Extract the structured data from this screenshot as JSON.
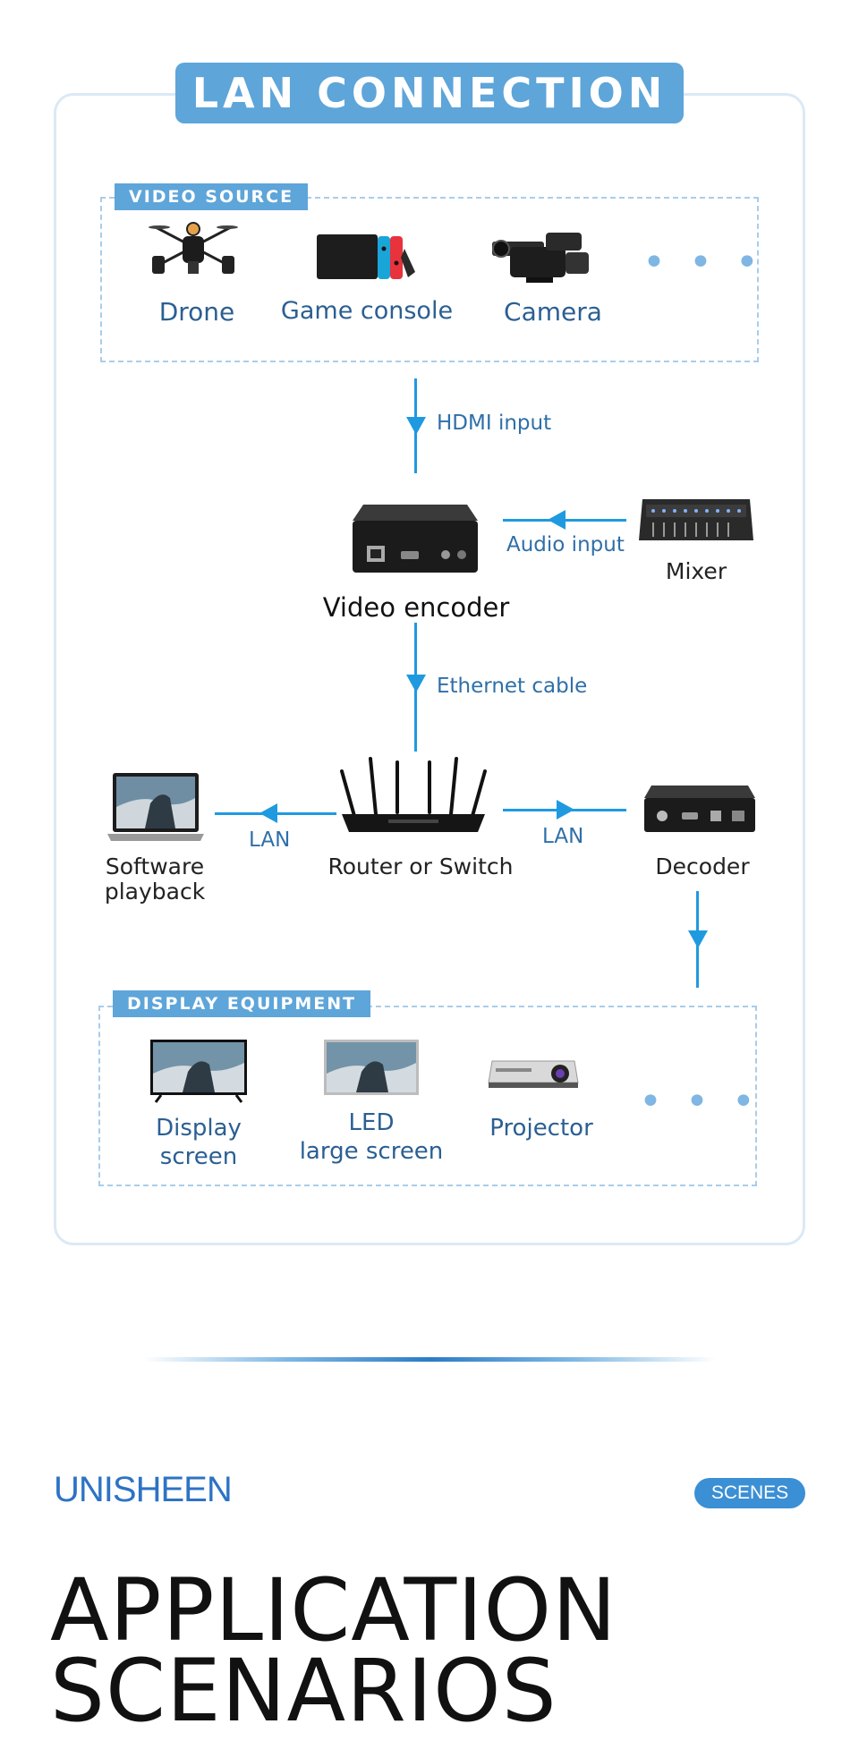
{
  "title": "LAN CONNECTION",
  "video_source": {
    "tag": "VIDEO SOURCE",
    "items": [
      "Drone",
      "Game console",
      "Camera"
    ],
    "more": "• • •"
  },
  "connections": {
    "hdmi": "HDMI input",
    "audio": "Audio input",
    "ethernet": "Ethernet cable",
    "lan_left": "LAN",
    "lan_right": "LAN"
  },
  "devices": {
    "encoder": "Video encoder",
    "mixer": "Mixer",
    "router": "Router or Switch",
    "software_line1": "Software",
    "software_line2": "playback",
    "decoder": "Decoder"
  },
  "display_equipment": {
    "tag": "DISPLAY EQUIPMENT",
    "display_line1": "Display",
    "display_line2": "screen",
    "led_line1": "LED",
    "led_line2": "large screen",
    "projector": "Projector",
    "more": "• • •"
  },
  "footer": {
    "brand": "UNISHEEN",
    "badge": "SCENES",
    "title_line1": "APPLICATION",
    "title_line2": "SCENARIOS"
  },
  "colors": {
    "accent": "#5ea5d9",
    "arrow": "#1f9ae0",
    "label_blue": "#2b5f92",
    "brand_blue": "#2d73c4"
  }
}
